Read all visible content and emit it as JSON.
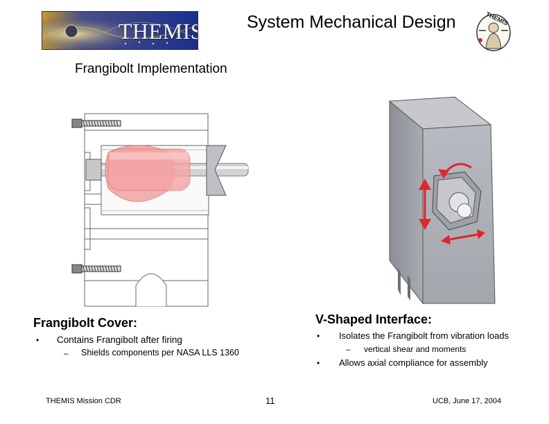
{
  "header": {
    "logo_text": "THEMIS",
    "title": "System Mechanical Design",
    "seal_text": "THEMIS"
  },
  "subtitle": "Frangibolt Implementation",
  "left_section": {
    "heading": "Frangibolt Cover:",
    "bullets": [
      {
        "marker": "•",
        "text": "Contains Frangibolt after firing"
      }
    ],
    "sub_bullets": [
      {
        "marker": "–",
        "text": "Shields components per NASA LLS 1360"
      }
    ]
  },
  "right_section": {
    "heading": "V-Shaped Interface:",
    "bullets": [
      {
        "marker": "•",
        "text": "Isolates the Frangibolt from vibration loads"
      },
      {
        "marker": "•",
        "text": "Allows axial compliance for assembly"
      }
    ],
    "sub_bullets": [
      {
        "marker": "–",
        "text": "vertical shear and moments"
      }
    ]
  },
  "footer": {
    "left": "THEMIS Mission CDR",
    "page": "11",
    "right": "UCB, June 17, 2004"
  },
  "colors": {
    "arrow_red": "#e0262b",
    "frangibolt_pink": "#f4a3a3",
    "cad_gray": "#a4a6ad"
  }
}
